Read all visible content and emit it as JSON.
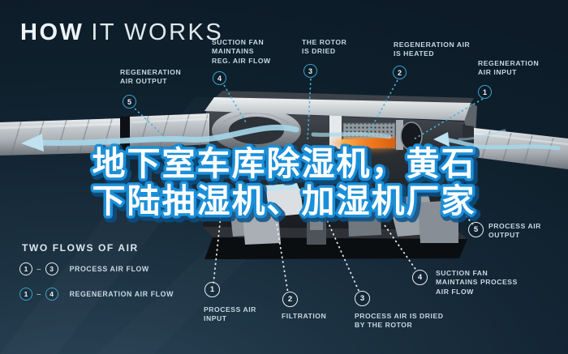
{
  "title": {
    "bold": "HOW",
    "light": "IT WORKS"
  },
  "headline": {
    "line1": "地下室车库除湿机，黄石",
    "line2": "下陆抽湿机、加湿机厂家"
  },
  "colors": {
    "accent_cyan": "#3aa5cc",
    "label_text": "#c6d9e2",
    "headline_fill": "#ffffff",
    "headline_stroke": "#1b8fd8",
    "heater_orange": "#f47b20",
    "flow_blue": "#a5d7ea",
    "background": "#122533"
  },
  "top_labels": [
    {
      "num": "5",
      "lines": [
        "REGENERATION",
        "AIR OUTPUT"
      ]
    },
    {
      "num": "4",
      "lines": [
        "SUCTION FAN",
        "MAINTAINS",
        "REG. AIR FLOW"
      ]
    },
    {
      "num": "3",
      "lines": [
        "THE ROTOR",
        "IS DRIED"
      ]
    },
    {
      "num": "2",
      "lines": [
        "REGENERATION AIR",
        "IS HEATED"
      ]
    },
    {
      "num": "1",
      "lines": [
        "REGENERATION",
        "AIR INPUT"
      ]
    }
  ],
  "bottom_labels": [
    {
      "num": "1",
      "lines": [
        "PROCESS AIR",
        "INPUT"
      ]
    },
    {
      "num": "2",
      "lines": [
        "FILTRATION"
      ]
    },
    {
      "num": "3",
      "lines": [
        "PROCESS AIR IS DRIED",
        "BY THE ROTOR"
      ]
    },
    {
      "num": "4",
      "lines": [
        "SUCTION FAN",
        "MAINTAINS PROCESS",
        "AIR FLOW"
      ]
    },
    {
      "num": "5",
      "lines": [
        "PROCESS AIR",
        "OUTPUT"
      ]
    }
  ],
  "legend": {
    "title": "TWO FLOWS OF AIR",
    "rows": [
      {
        "from": "1",
        "to": "3",
        "dash": "–",
        "label": "PROCESS AIR FLOW"
      },
      {
        "from": "1",
        "to": "4",
        "dash": "–",
        "label": "REGENERATION AIR FLOW"
      }
    ]
  }
}
